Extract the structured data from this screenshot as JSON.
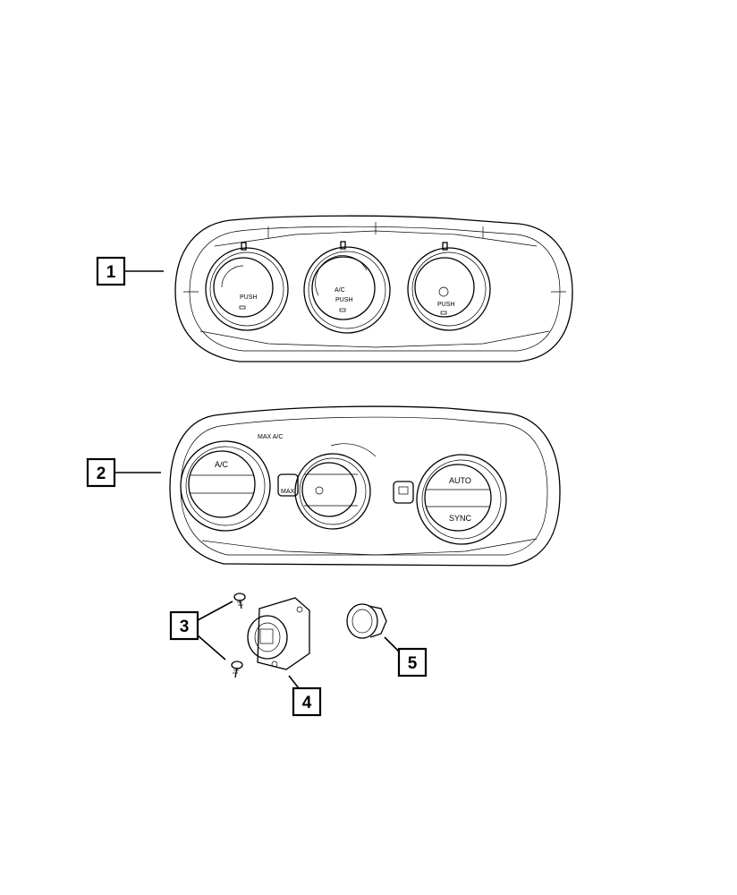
{
  "callouts": [
    {
      "id": "1",
      "label": "1"
    },
    {
      "id": "2",
      "label": "2"
    },
    {
      "id": "3",
      "label": "3"
    },
    {
      "id": "4",
      "label": "4"
    },
    {
      "id": "5",
      "label": "5"
    }
  ],
  "panel1": {
    "left_knob_text": "PUSH",
    "center_knob_text": "A/C",
    "center_knob_subtext": "PUSH",
    "right_knob_text": "PUSH"
  },
  "panel2": {
    "max_ac_label": "MAX A/C",
    "ac_label": "A/C",
    "auto_label": "AUTO",
    "sync_label": "SYNC",
    "max_label": "MAX"
  }
}
